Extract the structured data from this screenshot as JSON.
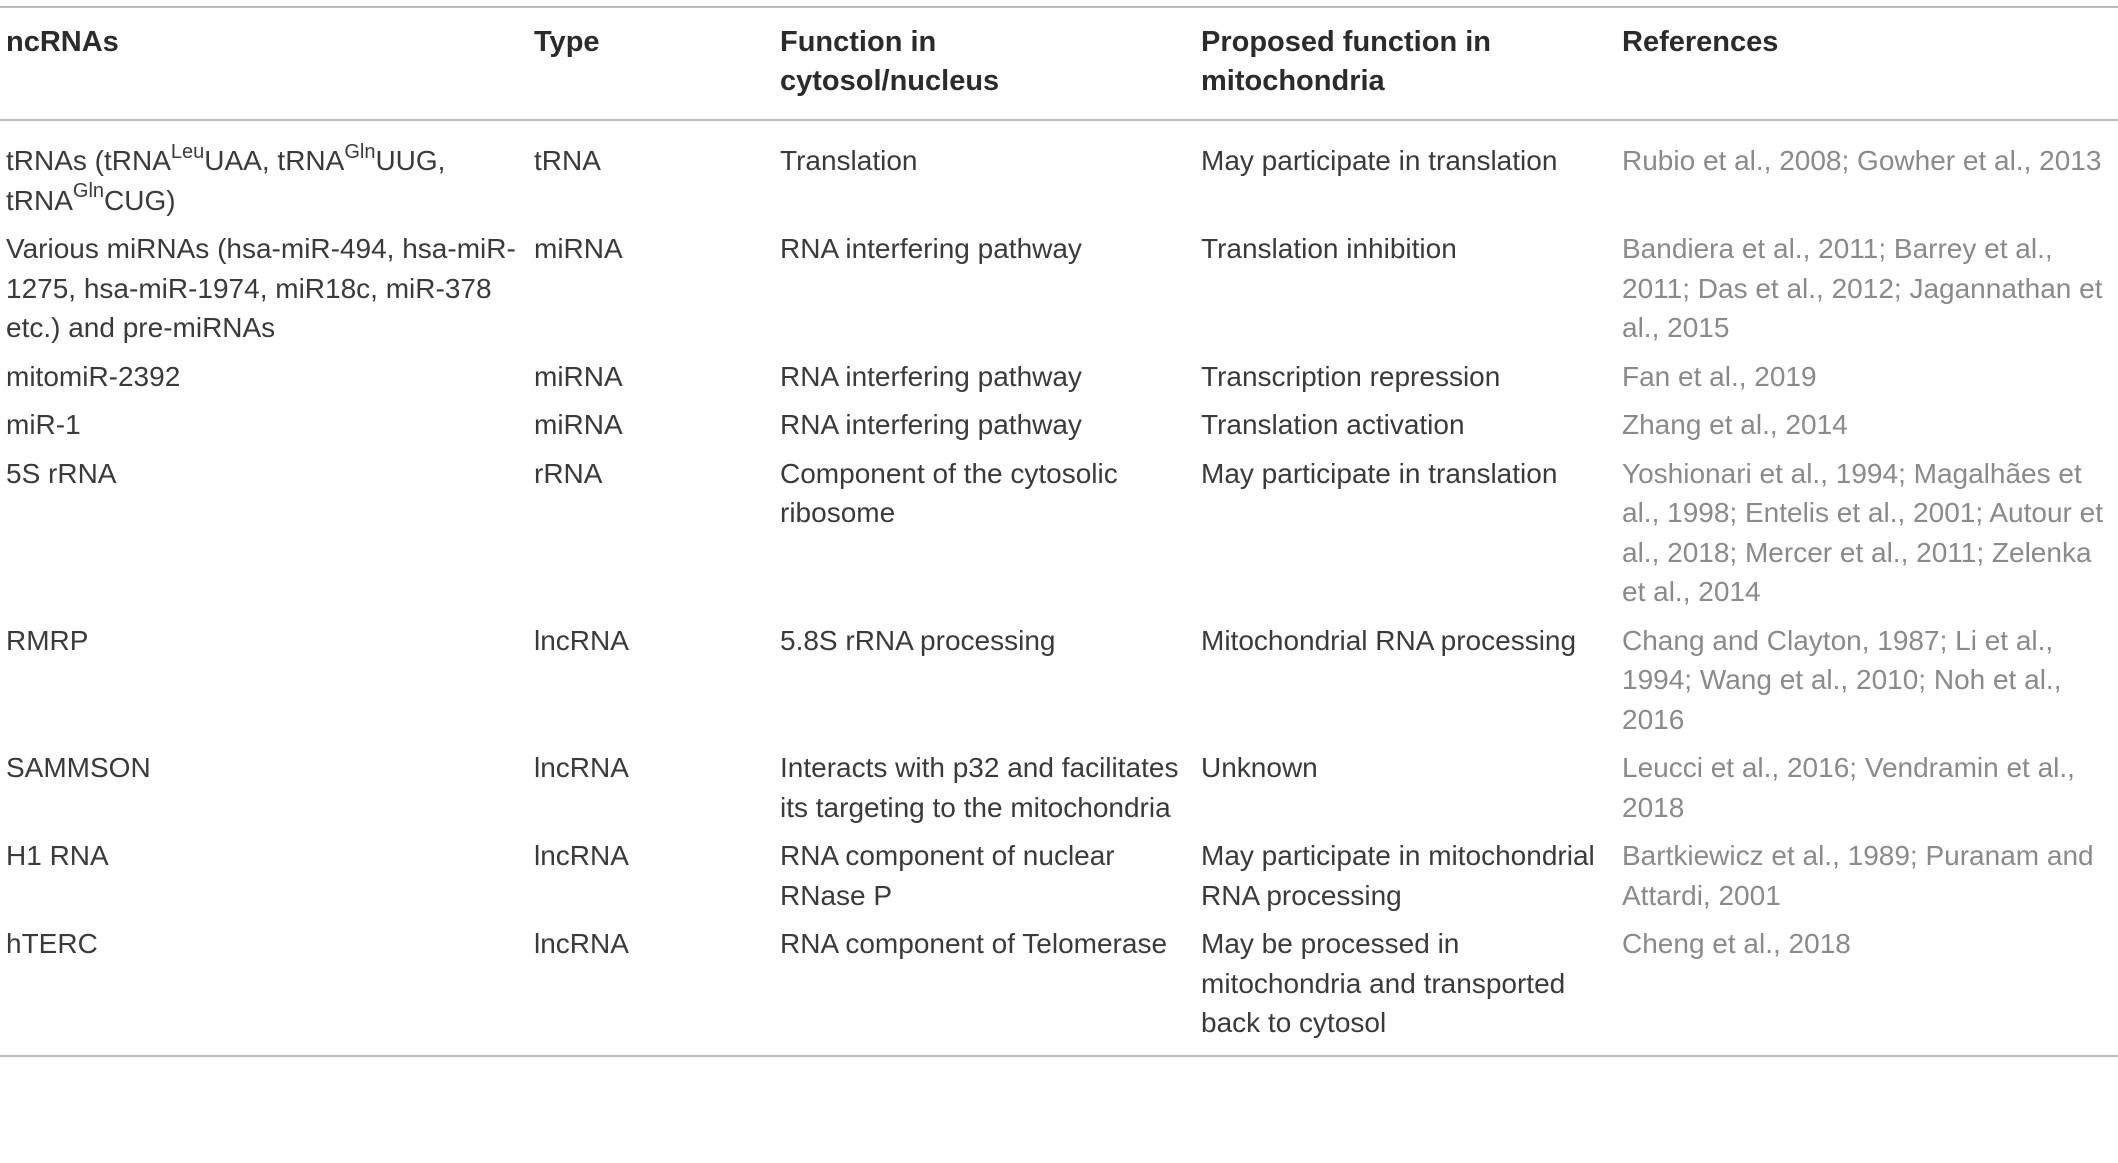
{
  "table": {
    "headers": {
      "ncrnas": "ncRNAs",
      "type": "Type",
      "function_line1": "Function in",
      "function_line2": "cytosol/nucleus",
      "proposed_line1": "Proposed function in",
      "proposed_line2": "mitochondria",
      "references": "References"
    },
    "rows": [
      {
        "ncrna": {
          "prefix": "tRNAs (tRNA",
          "sup1": "Leu",
          "mid1": "UAA, tRNA",
          "sup2": "Gln",
          "mid2": "UUG, tRNA",
          "sup3": "Gln",
          "suffix": "CUG)"
        },
        "type": "tRNA",
        "function": "Translation",
        "proposed": "May participate in translation",
        "references": "Rubio et al., 2008; Gowher et al., 2013"
      },
      {
        "ncrna": "Various miRNAs (hsa-miR-494, hsa-miR-1275, hsa-miR-1974, miR18c, miR-378 etc.) and pre-miRNAs",
        "type": "miRNA",
        "function": "RNA interfering pathway",
        "proposed": "Translation inhibition",
        "references": "Bandiera et al., 2011; Barrey et al., 2011; Das et al., 2012; Jagannathan et al., 2015"
      },
      {
        "ncrna": "mitomiR-2392",
        "type": "miRNA",
        "function": "RNA interfering pathway",
        "proposed": "Transcription repression",
        "references": "Fan et al., 2019"
      },
      {
        "ncrna": "miR-1",
        "type": "miRNA",
        "function": "RNA interfering pathway",
        "proposed": "Translation activation",
        "references": "Zhang et al., 2014"
      },
      {
        "ncrna": "5S rRNA",
        "type": "rRNA",
        "function": "Component of the cytosolic ribosome",
        "proposed": "May participate in translation",
        "references": "Yoshionari et al., 1994; Magalhães et al., 1998; Entelis et al., 2001; Autour et al., 2018; Mercer et al., 2011; Zelenka et al., 2014"
      },
      {
        "ncrna": "RMRP",
        "type": "lncRNA",
        "function": "5.8S rRNA processing",
        "proposed": "Mitochondrial RNA processing",
        "references": "Chang and Clayton, 1987; Li et al., 1994; Wang et al., 2010; Noh et al., 2016"
      },
      {
        "ncrna": "SAMMSON",
        "type": "lncRNA",
        "function": "Interacts with p32 and facilitates its targeting to the mitochondria",
        "proposed": "Unknown",
        "references": "Leucci et al., 2016; Vendramin et al., 2018"
      },
      {
        "ncrna": "H1 RNA",
        "type": "lncRNA",
        "function": "RNA component of nuclear RNase P",
        "proposed": "May participate in mitochondrial RNA processing",
        "references": "Bartkiewicz et al., 1989; Puranam and Attardi, 2001"
      },
      {
        "ncrna": "hTERC",
        "type": "lncRNA",
        "function": "RNA component of Telomerase",
        "proposed": "May be processed in mitochondria and transported back to cytosol",
        "references": "Cheng et al., 2018"
      }
    ]
  }
}
